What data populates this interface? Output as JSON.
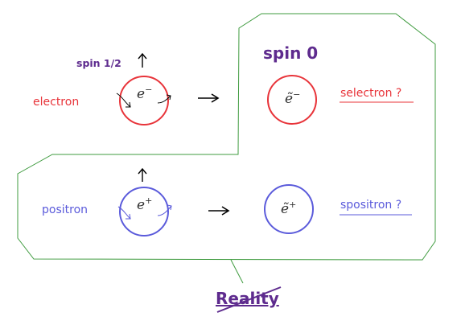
{
  "colors": {
    "red": "#e8343a",
    "blue": "#5b5bdb",
    "purple": "#5e2b8e",
    "green": "#3f9b3f",
    "ink": "#000000"
  },
  "labels": {
    "spin_half": "spin 1/2",
    "spin_zero": "spin 0",
    "electron": "electron",
    "positron": "positron",
    "selectron": "selectron ?",
    "spositron": "spositron ?",
    "reality": "Reality"
  },
  "symbols": {
    "electron_base": "e",
    "electron_sup": "−",
    "positron_base": "e",
    "positron_sup": "+",
    "selectron_base": "ẽ",
    "selectron_sup": "−",
    "spositron_base": "ẽ",
    "spositron_sup": "+"
  },
  "icons": {
    "spin_arrow": "up-arrow",
    "transform_arrow": "right-arrow",
    "rotation_arrow": "curved-arrow"
  }
}
